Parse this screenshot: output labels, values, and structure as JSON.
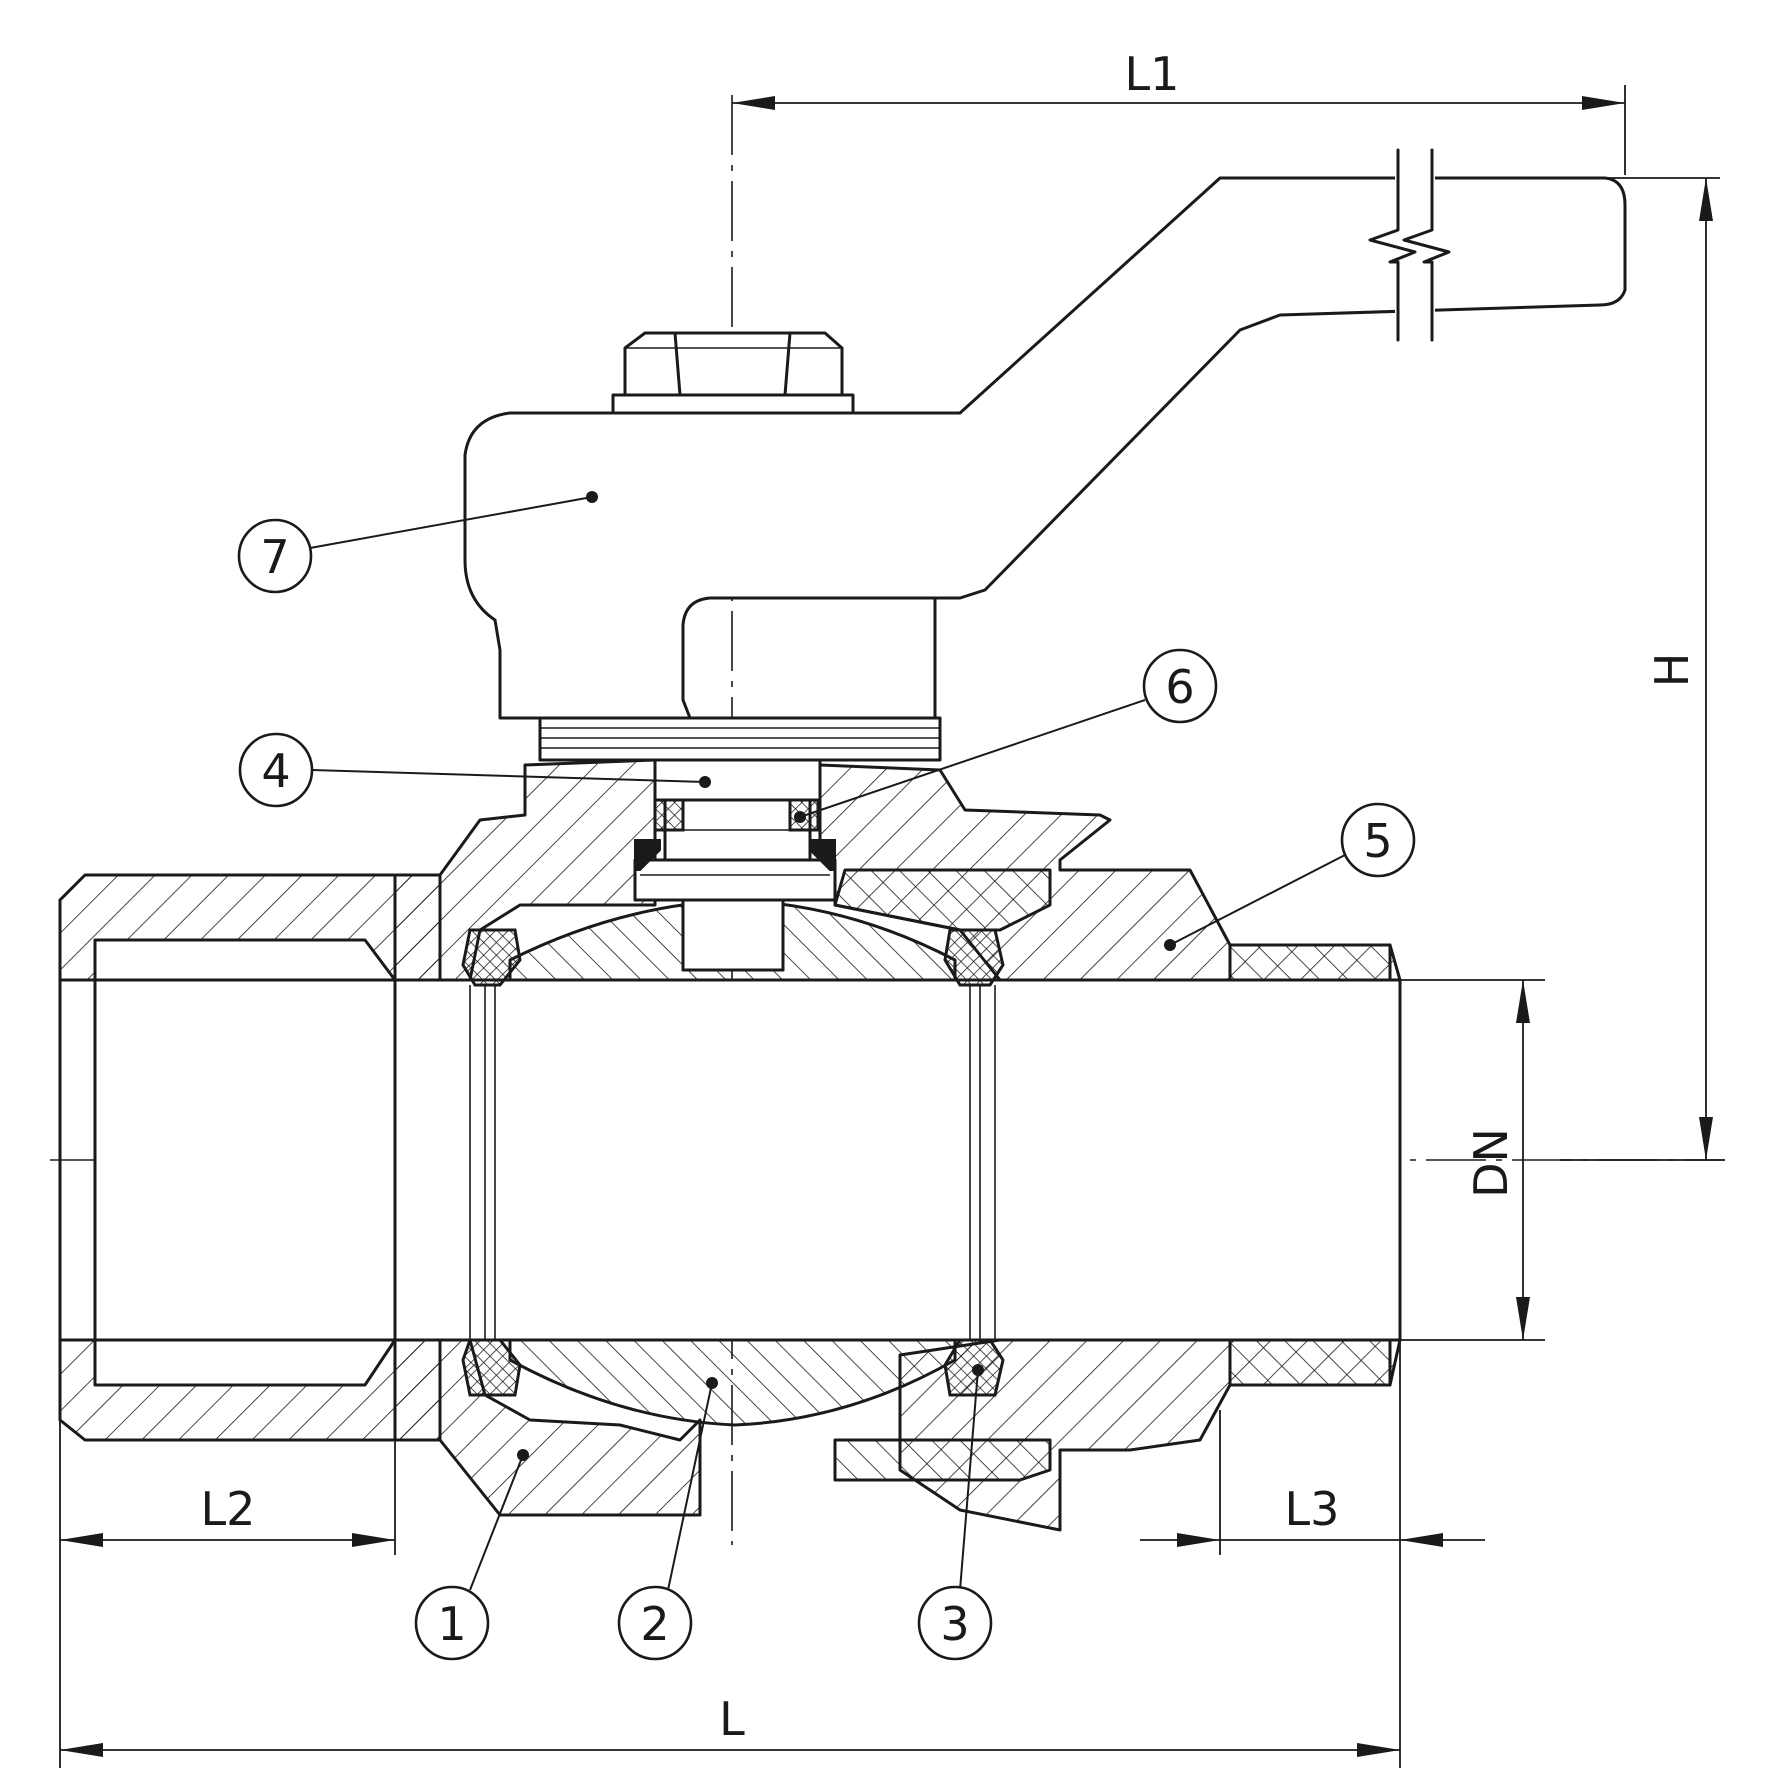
{
  "dimensions": {
    "L": "L",
    "L1": "L1",
    "L2": "L2",
    "L3": "L3",
    "H": "H",
    "DN": "DN"
  },
  "callouts": [
    "1",
    "2",
    "3",
    "4",
    "5",
    "6",
    "7"
  ]
}
